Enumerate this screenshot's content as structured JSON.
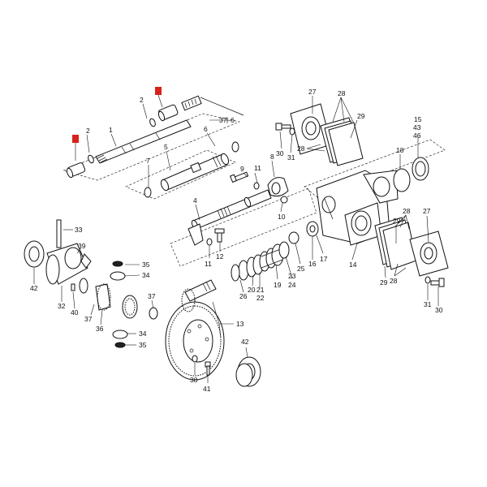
{
  "colors": {
    "highlight_marker": "#d9211c",
    "line": "#111111",
    "background": "#ffffff"
  },
  "callouts": {
    "c1": "1",
    "c2a": "2",
    "c2b": "2",
    "c37_6": "37–6",
    "c6": "6",
    "c5": "5",
    "c7": "7",
    "c8": "8",
    "c9": "9",
    "c11a": "11",
    "c10": "10",
    "c4": "4",
    "c11b": "11",
    "c12": "12",
    "c27a": "27",
    "c28a": "28",
    "c29a": "29",
    "c30a": "30",
    "c31a": "31",
    "c28b": "28",
    "c15": "15",
    "c43": "43",
    "c46": "46",
    "c18": "18",
    "c14": "14",
    "c27b": "27",
    "c28c": "28",
    "c29b": "29",
    "c28d": "28",
    "c31b": "31",
    "c30b": "30",
    "c33": "33",
    "c39": "39",
    "c42a": "42",
    "c32": "32",
    "c40": "40",
    "c37a": "37",
    "c36": "36",
    "c35a": "35",
    "c34a": "34",
    "c37b": "37",
    "c34b": "34",
    "c35b": "35",
    "c13": "13",
    "c26": "26",
    "c20": "20",
    "c21": "21",
    "c22": "22",
    "c19": "19",
    "c23": "23",
    "c24": "24",
    "c25": "25",
    "c16": "16",
    "c17": "17",
    "c42b": "42",
    "c38": "38",
    "c41": "41"
  }
}
